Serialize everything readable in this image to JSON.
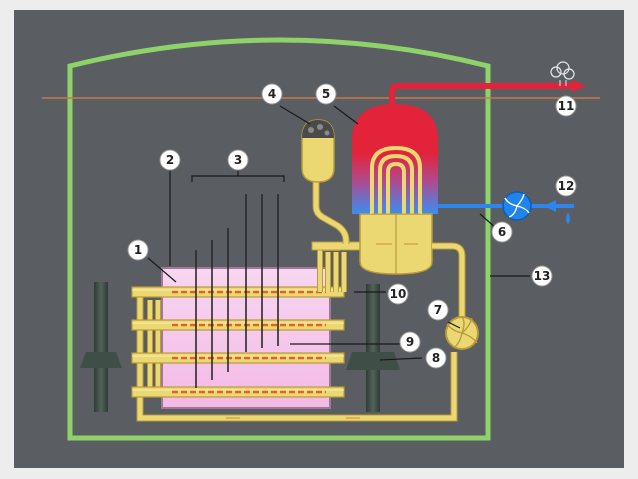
{
  "diagram": {
    "colors": {
      "frame_bg": "#5a5d62",
      "containment": "#8ed26a",
      "coolant_loop": "#ecd873",
      "coolant_loop_dark": "#b89b3a",
      "core": "#f6c8ee",
      "core_border": "#c79ab9",
      "fuel_rod": "#444444",
      "heated_segment": "#e3602b",
      "steam_red": "#e3233a",
      "steam_blue": "#3a8ef0",
      "steam_outlet": "#e3233a",
      "feedwater": "#2c86ee",
      "pump_blue": "#1e84ee",
      "support_column": "#3f4f48",
      "label_circle": "#ffffff"
    },
    "labels": [
      "1",
      "2",
      "3",
      "4",
      "5",
      "6",
      "7",
      "8",
      "9",
      "10",
      "11",
      "12",
      "13"
    ],
    "icons": {
      "steam_cloud": "steam-cloud-icon",
      "water_drop": "water-drop-icon",
      "feed_pump": "feed-pump-icon",
      "circulation_pump": "circulation-pump-icon"
    }
  }
}
